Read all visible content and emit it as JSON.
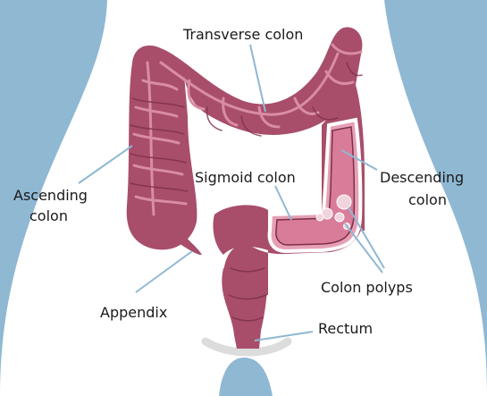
{
  "labels": {
    "transverse_colon": "Transverse colon",
    "ascending_colon_line1": "Ascending",
    "ascending_colon_line2": "colon",
    "sigmoid_colon": "Sigmoid colon",
    "descending_colon_line1": "Descending",
    "descending_colon_line2": "colon",
    "appendix": "Appendix",
    "colon_polyps": "Colon polyps",
    "rectum": "Rectum"
  },
  "colors": {
    "background_blue": "#8fb8d3",
    "body": "#ffffff",
    "colon": "#a84e6a",
    "colon_dark": "#7e2f48",
    "colon_highlight": "#d98da4",
    "inflamed_fill": "#e6a0b6",
    "polyp": "#f2d4de",
    "leader": "#8fb8d3",
    "pelvis": "#dcdcdc"
  }
}
